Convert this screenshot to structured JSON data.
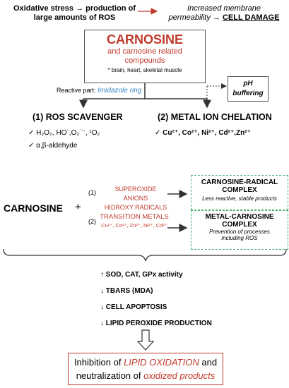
{
  "top": {
    "left_bold": "Oxidative stress",
    "left_rest_line1": "→ production of",
    "left_line2": "large amounts of ROS",
    "right_line1": "Increased membrane",
    "right_line2_prefix": "permeability →",
    "right_line2_emph": "CELL DAMAGE"
  },
  "carnosine_box": {
    "title": "CARNOSINE",
    "subtitle1": "and carnosine related",
    "subtitle2": "compounds",
    "note": "* brain, heart, skeletal muscle"
  },
  "reactive_part": {
    "label": "Reactive part:",
    "value": "Imidazole ring"
  },
  "ph_box": {
    "line1": "pH",
    "line2": "buffering"
  },
  "scavenger": {
    "title": "(1) ROS SCAVENGER",
    "item1": "✓ H₂O₂, HO˙,O₂˙⁻, ¹O₂",
    "item2": "✓ α,β-aldehyde"
  },
  "chelation": {
    "title": "(2) METAL ION CHELATION",
    "item1": "✓ Cu²⁺, Co²⁺, Ni²⁺, Cd²⁺,Zn²⁺"
  },
  "reaction": {
    "carnosine": "CARNOSINE",
    "plus": "+",
    "n1": "(1)",
    "n2": "(2)",
    "r1_line1": "SUPEROXIDE ANIONS",
    "r1_line2": "HIDROXY RADICALS",
    "r2_line1": "TRANSITION METALS",
    "r2_line2": "Cu²⁺, Co²⁺, Zn²⁺, Ni²⁺, Cd²⁺"
  },
  "complex1": {
    "title1": "CARNOSINE-RADICAL",
    "title2": "COMPLEX",
    "desc": "Less reactive, stable products"
  },
  "complex2": {
    "title1": "METAL-CARNOSINE",
    "title2": "COMPLEX",
    "desc1": "Prevention of processes",
    "desc2": "including ROS"
  },
  "effects": [
    "↑ SOD, CAT, GPx activity",
    "↓ TBARS (MDA)",
    "↓ CELL APOPTOSIS",
    "↓ LIPID PEROXIDE PRODUCTION"
  ],
  "final": {
    "t1": "Inhibition of",
    "t2": "LIPID OXIDATION",
    "t3": "and",
    "t4": "neutralization of",
    "t5": "oxidized products"
  },
  "colors": {
    "red": "#c0392b",
    "blue": "#3a86c8",
    "green": "#4caf74"
  }
}
